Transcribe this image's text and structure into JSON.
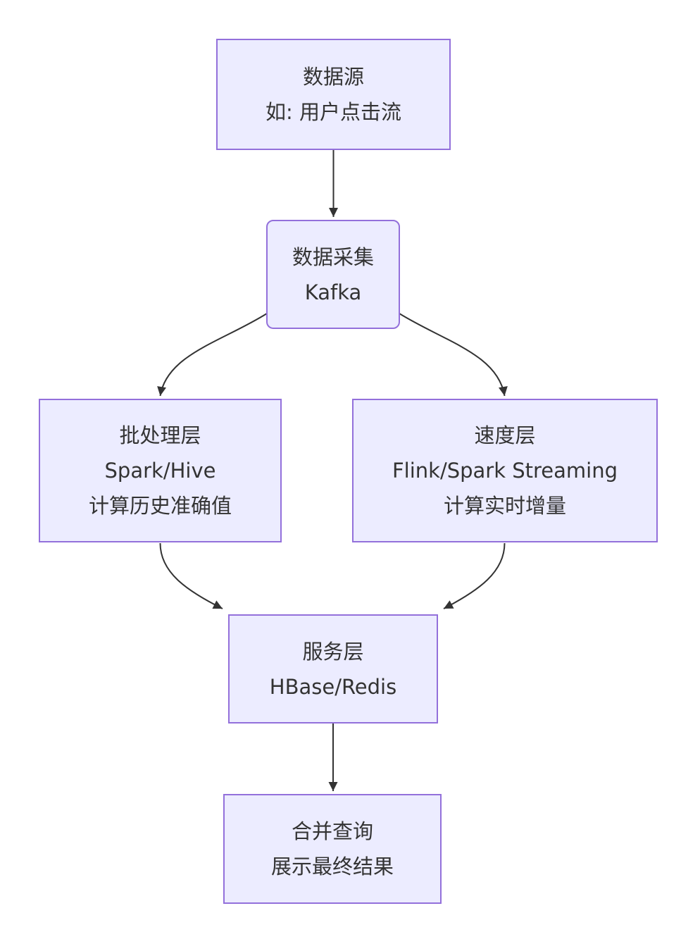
{
  "diagram": {
    "type": "flowchart",
    "direction": "top-down",
    "colors": {
      "background": "#ffffff",
      "node_fill": "#ECECFF",
      "node_border": "#9370DB",
      "text": "#333333",
      "edge": "#333333"
    },
    "nodes": {
      "source": {
        "lines": [
          "数据源",
          "如: 用户点击流"
        ]
      },
      "kafka": {
        "lines": [
          "数据采集",
          "Kafka"
        ]
      },
      "batch": {
        "lines": [
          "批处理层",
          "Spark/Hive",
          "计算历史准确值"
        ]
      },
      "speed": {
        "lines": [
          "速度层",
          "Flink/Spark Streaming",
          "计算实时增量"
        ]
      },
      "serving": {
        "lines": [
          "服务层",
          "HBase/Redis"
        ]
      },
      "query": {
        "lines": [
          "合并查询",
          "展示最终结果"
        ]
      }
    },
    "edges": [
      {
        "from": "source",
        "to": "kafka"
      },
      {
        "from": "kafka",
        "to": "batch"
      },
      {
        "from": "kafka",
        "to": "speed"
      },
      {
        "from": "batch",
        "to": "serving"
      },
      {
        "from": "speed",
        "to": "serving"
      },
      {
        "from": "serving",
        "to": "query"
      }
    ]
  }
}
